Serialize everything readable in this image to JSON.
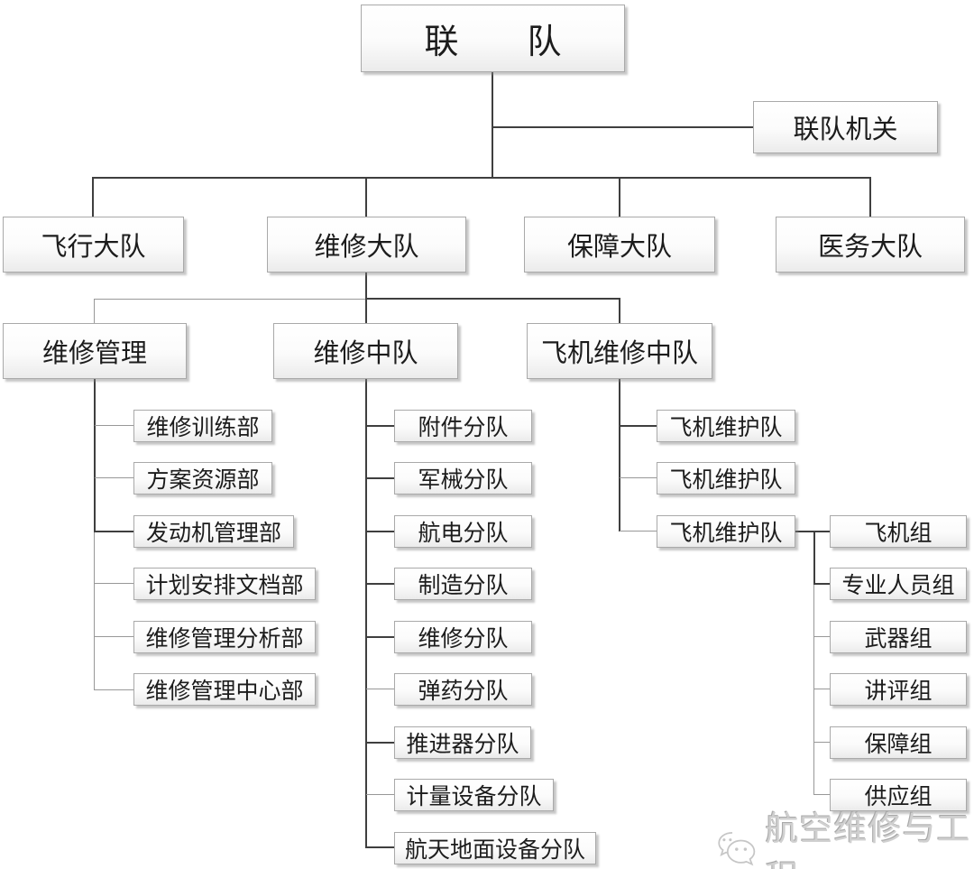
{
  "org_chart": {
    "root": {
      "label": "联队"
    },
    "staff_office": {
      "label": "联队机关"
    },
    "groups": [
      {
        "label": "飞行大队"
      },
      {
        "label": "维修大队"
      },
      {
        "label": "保障大队"
      },
      {
        "label": "医务大队"
      }
    ],
    "maintenance_group_children": [
      {
        "label": "维修管理"
      },
      {
        "label": "维修中队"
      },
      {
        "label": "飞机维修中队"
      }
    ],
    "maintenance_management_departments": [
      {
        "label": "维修训练部"
      },
      {
        "label": "方案资源部"
      },
      {
        "label": "发动机管理部"
      },
      {
        "label": "计划安排文档部"
      },
      {
        "label": "维修管理分析部"
      },
      {
        "label": "维修管理中心部"
      }
    ],
    "maintenance_squadron_flights": [
      {
        "label": "附件分队"
      },
      {
        "label": "军械分队"
      },
      {
        "label": "航电分队"
      },
      {
        "label": "制造分队"
      },
      {
        "label": "维修分队"
      },
      {
        "label": "弹药分队"
      },
      {
        "label": "推进器分队"
      },
      {
        "label": "计量设备分队"
      },
      {
        "label": "航天地面设备分队"
      }
    ],
    "aircraft_maintenance_teams": [
      {
        "label": "飞机维护队"
      },
      {
        "label": "飞机维护队"
      },
      {
        "label": "飞机维护队"
      }
    ],
    "maintenance_team_groups": [
      {
        "label": "飞机组"
      },
      {
        "label": "专业人员组"
      },
      {
        "label": "武器组"
      },
      {
        "label": "讲评组"
      },
      {
        "label": "保障组"
      },
      {
        "label": "供应组"
      }
    ]
  },
  "watermark": {
    "text": "航空维修与工程",
    "icon": "wechat-icon"
  },
  "colors": {
    "box_border": "#a9a9a9",
    "box_text": "#1c1c1c",
    "connector_dark": "#3f3f3f",
    "connector_light": "#989898",
    "watermark_text": "#d0d0d0"
  }
}
